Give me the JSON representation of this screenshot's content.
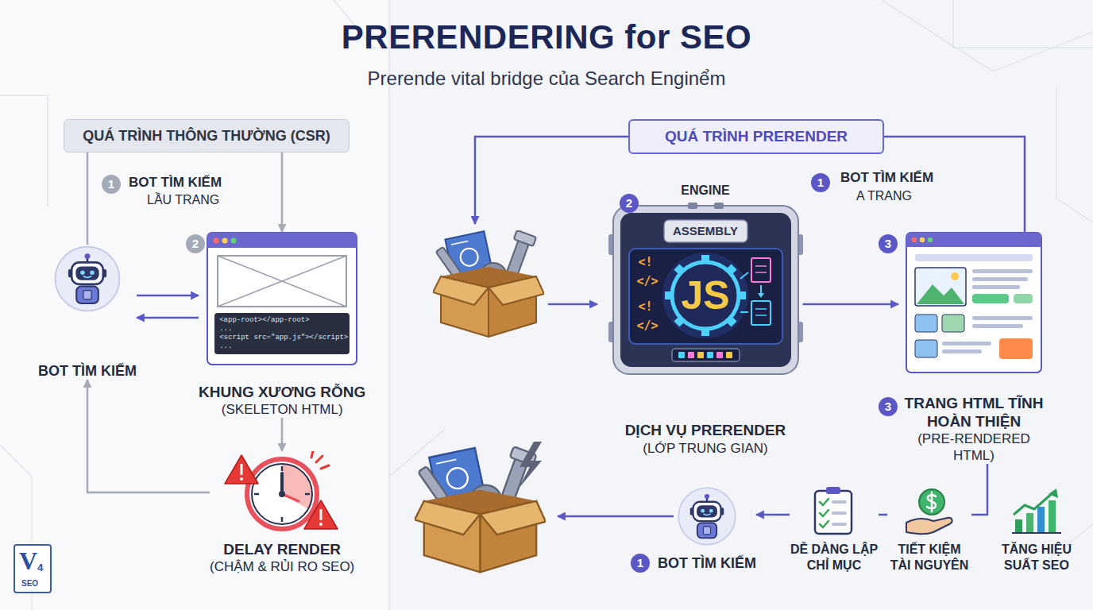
{
  "diagram": {
    "title": "PRERENDERING for SEO",
    "nodes": [
      {
        "text": [
          "QUÁ TRÌNH THÔNG THƯỜNG (CSR)"
        ]
      },
      {
        "text": [
          "BOT TÌM KIẾM"
        ]
      },
      {
        "text": [
          "KHUNG XƯƠNG RỖNG",
          "(SKELETON HTML)"
        ]
      },
      {
        "text": [
          "<app-root></app-root>",
          "...",
          "<script src=\"app.js\"></script>",
          "..."
        ],
        "in": 2
      },
      {
        "text": [
          "DELAY RENDER",
          "(CHẬM & RỦI RO SEO)"
        ]
      },
      {
        "text": [
          "QUÁ TRÌNH PRERENDER"
        ]
      },
      {
        "text": [
          "ENGINE",
          "ASSEMBLY",
          "<!",
          "</>",
          "JS",
          "<!",
          "</>",
          "DỊCH VỤ PRERENDER",
          "(LỚP TRUNG GIAN)"
        ]
      },
      {
        "text": [
          "TRANG HTML TĨNH HOÀN THIỆN",
          "(PRE-RENDERED HTML)"
        ]
      },
      {
        "text": [
          "BOT TÌM KIẾM"
        ]
      },
      {
        "text": [
          "DỄ DÀNG LẬP CHỈ MỤC"
        ]
      },
      {
        "text": [
          "TIẾT KIỆM TÀI NGUYÊN"
        ]
      },
      {
        "text": [
          "TĂNG HIỆU SUẤT SEO"
        ]
      }
    ],
    "edges": [
      {
        "from": 0,
        "to": 2,
        "arrow": "to"
      },
      {
        "from": 0,
        "to": 1,
        "arrow": "none"
      },
      {
        "from": 1,
        "to": 2,
        "arrow": "to"
      },
      {
        "from": 2,
        "to": 1,
        "arrow": "to"
      },
      {
        "from": 2,
        "to": 4,
        "arrow": "to"
      },
      {
        "from": 4,
        "to": 1,
        "arrow": "to"
      },
      {
        "from": 5,
        "to": 7,
        "arrow": "none"
      },
      {
        "from": 6,
        "to": 7,
        "arrow": "to"
      },
      {
        "from": 7,
        "to": 10,
        "arrow": "none"
      },
      {
        "from": 10,
        "to": 9,
        "arrow": "none"
      },
      {
        "from": 9,
        "to": 8,
        "arrow": "to"
      }
    ],
    "labels": [
      "Prerende vital bridge của Search Enginểm",
      "1",
      "BOT TÌM KIẾM",
      "LẦU TRANG",
      "2",
      "1",
      "BOT TÌM KIẾM",
      "A TRANG",
      "2",
      "3",
      "3",
      "1",
      "V",
      "4",
      "SEO"
    ]
  }
}
